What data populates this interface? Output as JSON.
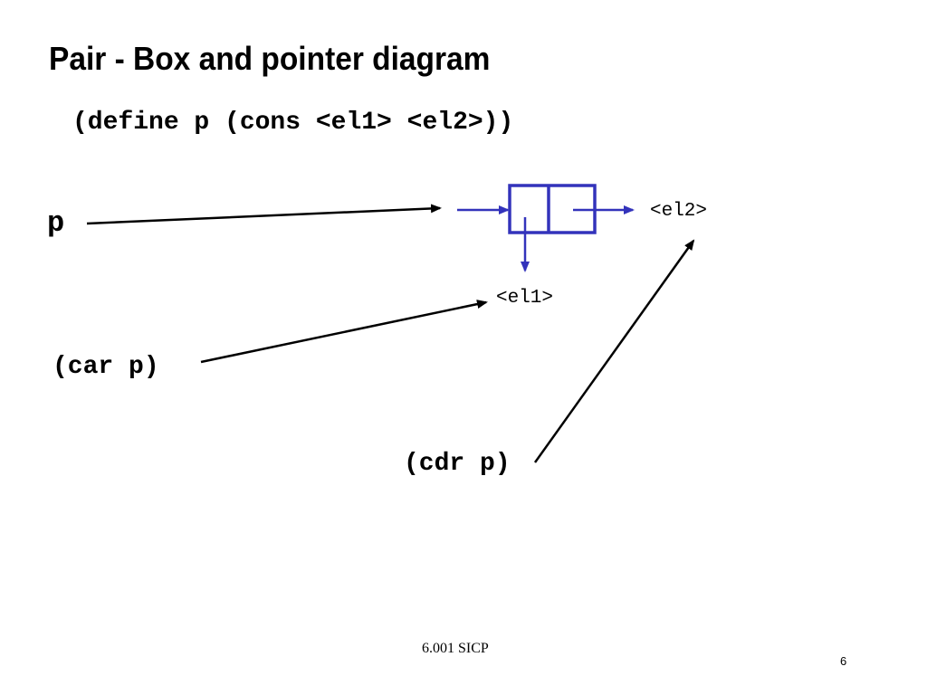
{
  "slide": {
    "title": "Pair - Box and pointer diagram",
    "code": "(define p (cons <el1> <el2>))",
    "page_number": "6",
    "footer": "6.001 SICP"
  },
  "diagram": {
    "variable_label": "p",
    "car_expression": "(car p)",
    "cdr_expression": "(cdr p)",
    "element1_label": "<el1>",
    "element2_label": "<el2>"
  },
  "colors": {
    "box": "#3333bb",
    "pointer": "#000000",
    "text": "#000000",
    "background": "#ffffff"
  }
}
